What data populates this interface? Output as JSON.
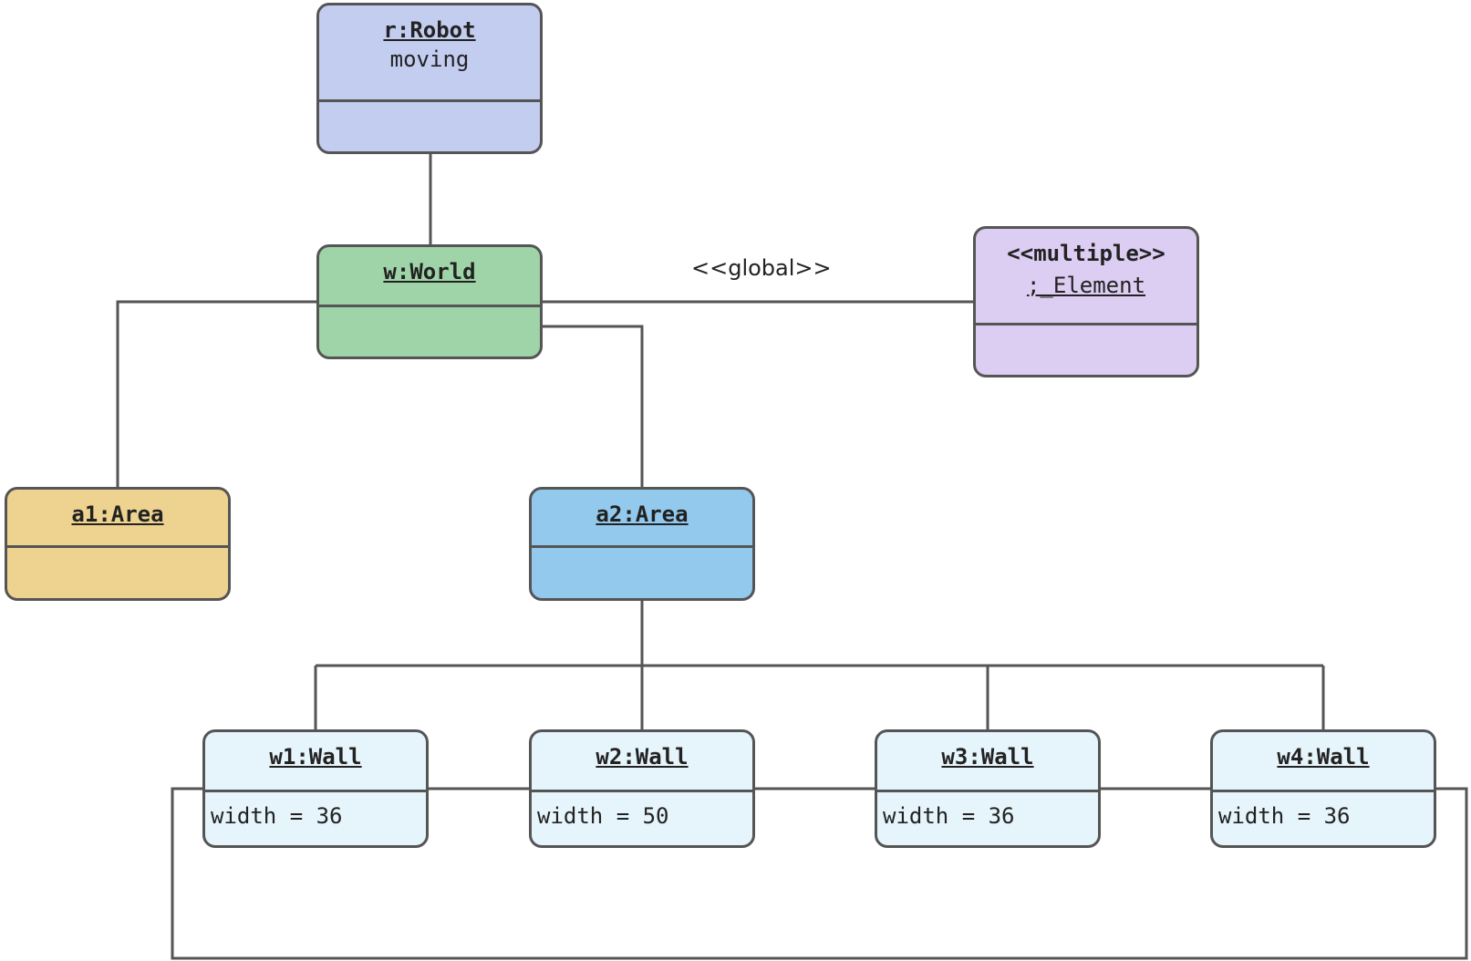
{
  "colors": {
    "line": "#555555",
    "robot": "#c3cdf0",
    "world": "#9fd3a8",
    "multiple": "#dccdf2",
    "area1": "#edd38f",
    "area2": "#93c9ec",
    "wall": "#e6f4fb"
  },
  "nodes": {
    "robot": {
      "name": "r:Robot",
      "state": "moving"
    },
    "world": {
      "name": "w:World"
    },
    "multiple": {
      "stereotype": "<<multiple>>",
      "type": ";_Element"
    },
    "area1": {
      "name": "a1:Area"
    },
    "area2": {
      "name": "a2:Area"
    },
    "walls": [
      {
        "name": "w1:Wall",
        "attribute": "width = 36"
      },
      {
        "name": "w2:Wall",
        "attribute": "width = 50"
      },
      {
        "name": "w3:Wall",
        "attribute": "width = 36"
      },
      {
        "name": "w4:Wall",
        "attribute": "width = 36"
      }
    ]
  },
  "edges": {
    "global_label": "<<global>>"
  }
}
